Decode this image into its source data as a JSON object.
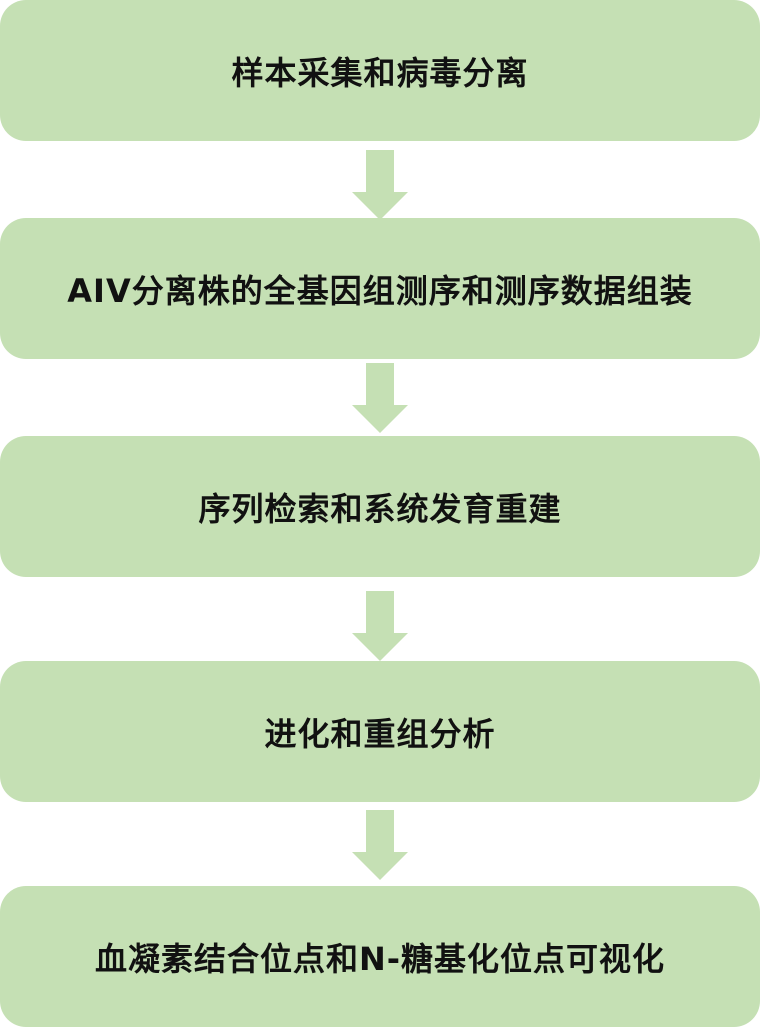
{
  "colors": {
    "box_fill": "#c5e0b4",
    "arrow_fill": "#c5e0b4",
    "text": "#111111"
  },
  "steps": [
    {
      "label": "样本采集和病毒分离"
    },
    {
      "label": "AIV分离株的全基因组测序和测序数据组装"
    },
    {
      "label": "序列检索和系统发育重建"
    },
    {
      "label": "进化和重组分析"
    },
    {
      "label": "血凝素结合位点和N-糖基化位点可视化"
    }
  ]
}
